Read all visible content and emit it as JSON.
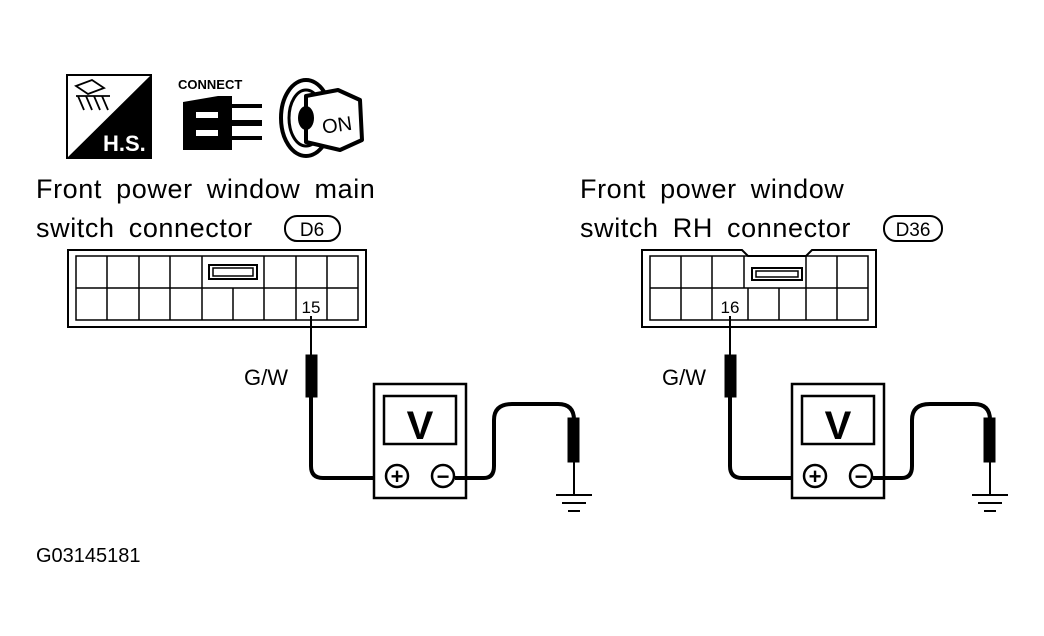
{
  "icons": {
    "harness_sheet": {
      "name": "harness-sheet-icon",
      "label": "H.S."
    },
    "connect": {
      "name": "connector-disconnect-icon",
      "label": "CONNECT"
    },
    "ignition": {
      "name": "ignition-key-on-icon",
      "label": "ON"
    }
  },
  "left": {
    "title_line1": "Front power window main",
    "title_line2": "switch connector",
    "connector_code": "D6",
    "pin": "15",
    "wire_color": "G/W",
    "meter_label": "V",
    "plus": "+",
    "minus": "−"
  },
  "right": {
    "title_line1": "Front power window",
    "title_line2": "switch RH connector",
    "connector_code": "D36",
    "pin": "16",
    "wire_color": "G/W",
    "meter_label": "V",
    "plus": "+",
    "minus": "−"
  },
  "figure_id": "G03145181"
}
